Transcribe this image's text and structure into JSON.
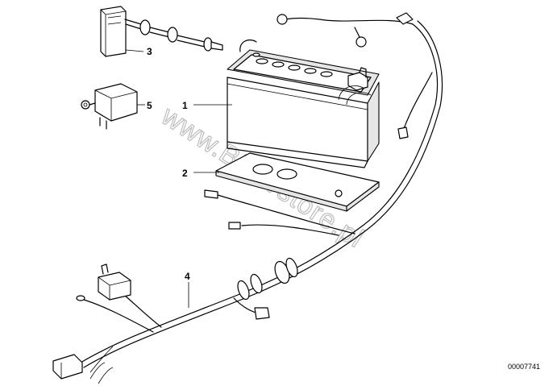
{
  "callouts": {
    "c1": "1",
    "c2": "2",
    "c3": "3",
    "c4": "4",
    "c5": "5"
  },
  "watermark": "www.BMWstore.pl",
  "doc_number": "00007741",
  "colors": {
    "ink": "#000000",
    "background": "#ffffff",
    "watermark": "#bdbdbd"
  }
}
